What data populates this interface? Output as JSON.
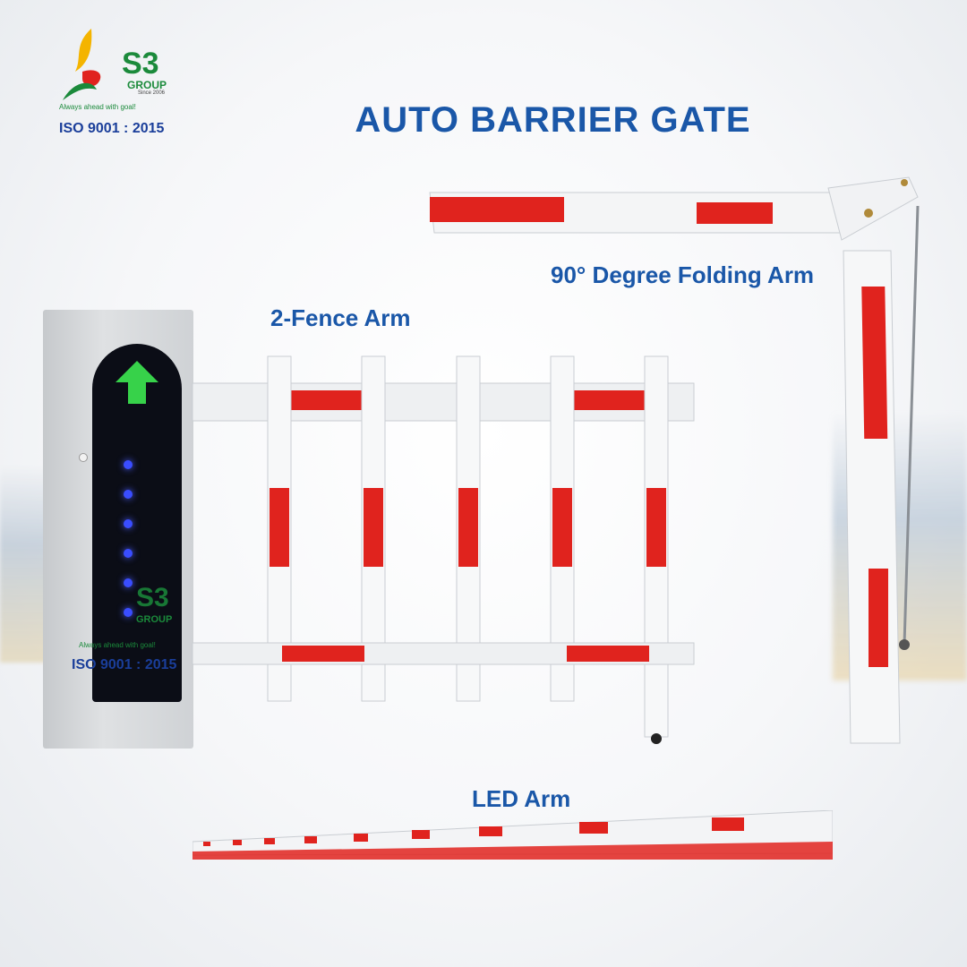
{
  "title": "AUTO BARRIER GATE",
  "logo": {
    "brand": "S3",
    "group": "GROUP",
    "since": "Since 2006",
    "tagline": "Always ahead with goal!",
    "iso": "ISO 9001 : 2015"
  },
  "labels": {
    "folding_arm": "90° Degree Folding Arm",
    "fence_arm": "2-Fence Arm",
    "led_arm": "LED Arm"
  },
  "colors": {
    "heading_blue": "#1a57a8",
    "stripe_red": "#e0231e",
    "logo_green": "#1b8a3b",
    "arrow_green": "#37d24a",
    "led_blue": "#3a4dff"
  }
}
